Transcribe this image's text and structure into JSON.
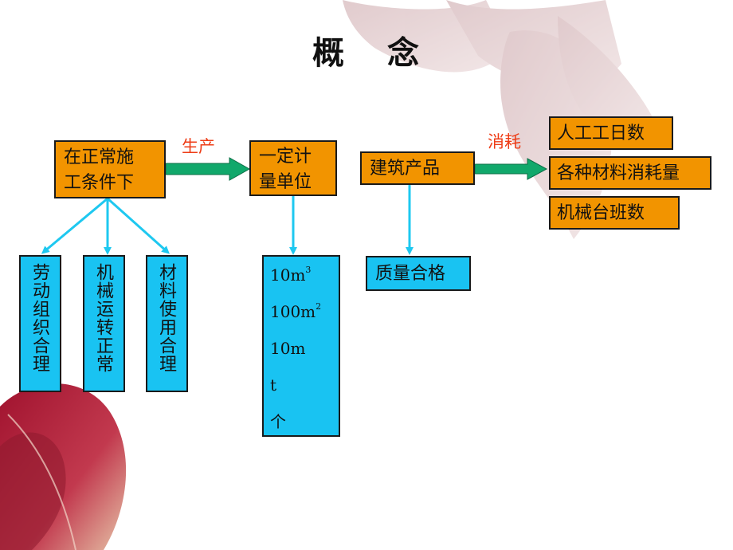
{
  "title": [
    "概",
    "念"
  ],
  "nodes": {
    "start": "在正常施工条件下",
    "start_lines": [
      "在正常施",
      "工条件下"
    ],
    "unit": "一定计量单位",
    "unit_lines": [
      "一定计",
      "量单位"
    ],
    "product": "建筑产品",
    "quality": "质量合格"
  },
  "labels": {
    "produce": "生产",
    "consume": "消耗"
  },
  "conditions": [
    "劳动组织合理",
    "机械运转正常",
    "材料使用合理"
  ],
  "units": [
    {
      "base": "10m",
      "sup": "3"
    },
    {
      "base": "100m",
      "sup": "2"
    },
    {
      "base": "10m",
      "sup": ""
    },
    {
      "base": "t",
      "sup": ""
    },
    {
      "base": "个",
      "sup": ""
    }
  ],
  "consumption": [
    "人工工日数",
    "各种材料消耗量",
    "机械台班数"
  ],
  "colors": {
    "box": "#f29400",
    "sub_box": "#19c3f2",
    "arrow_main": "#11a86b",
    "arrow_thin": "#1ec8f0",
    "label": "#ee3c16"
  }
}
